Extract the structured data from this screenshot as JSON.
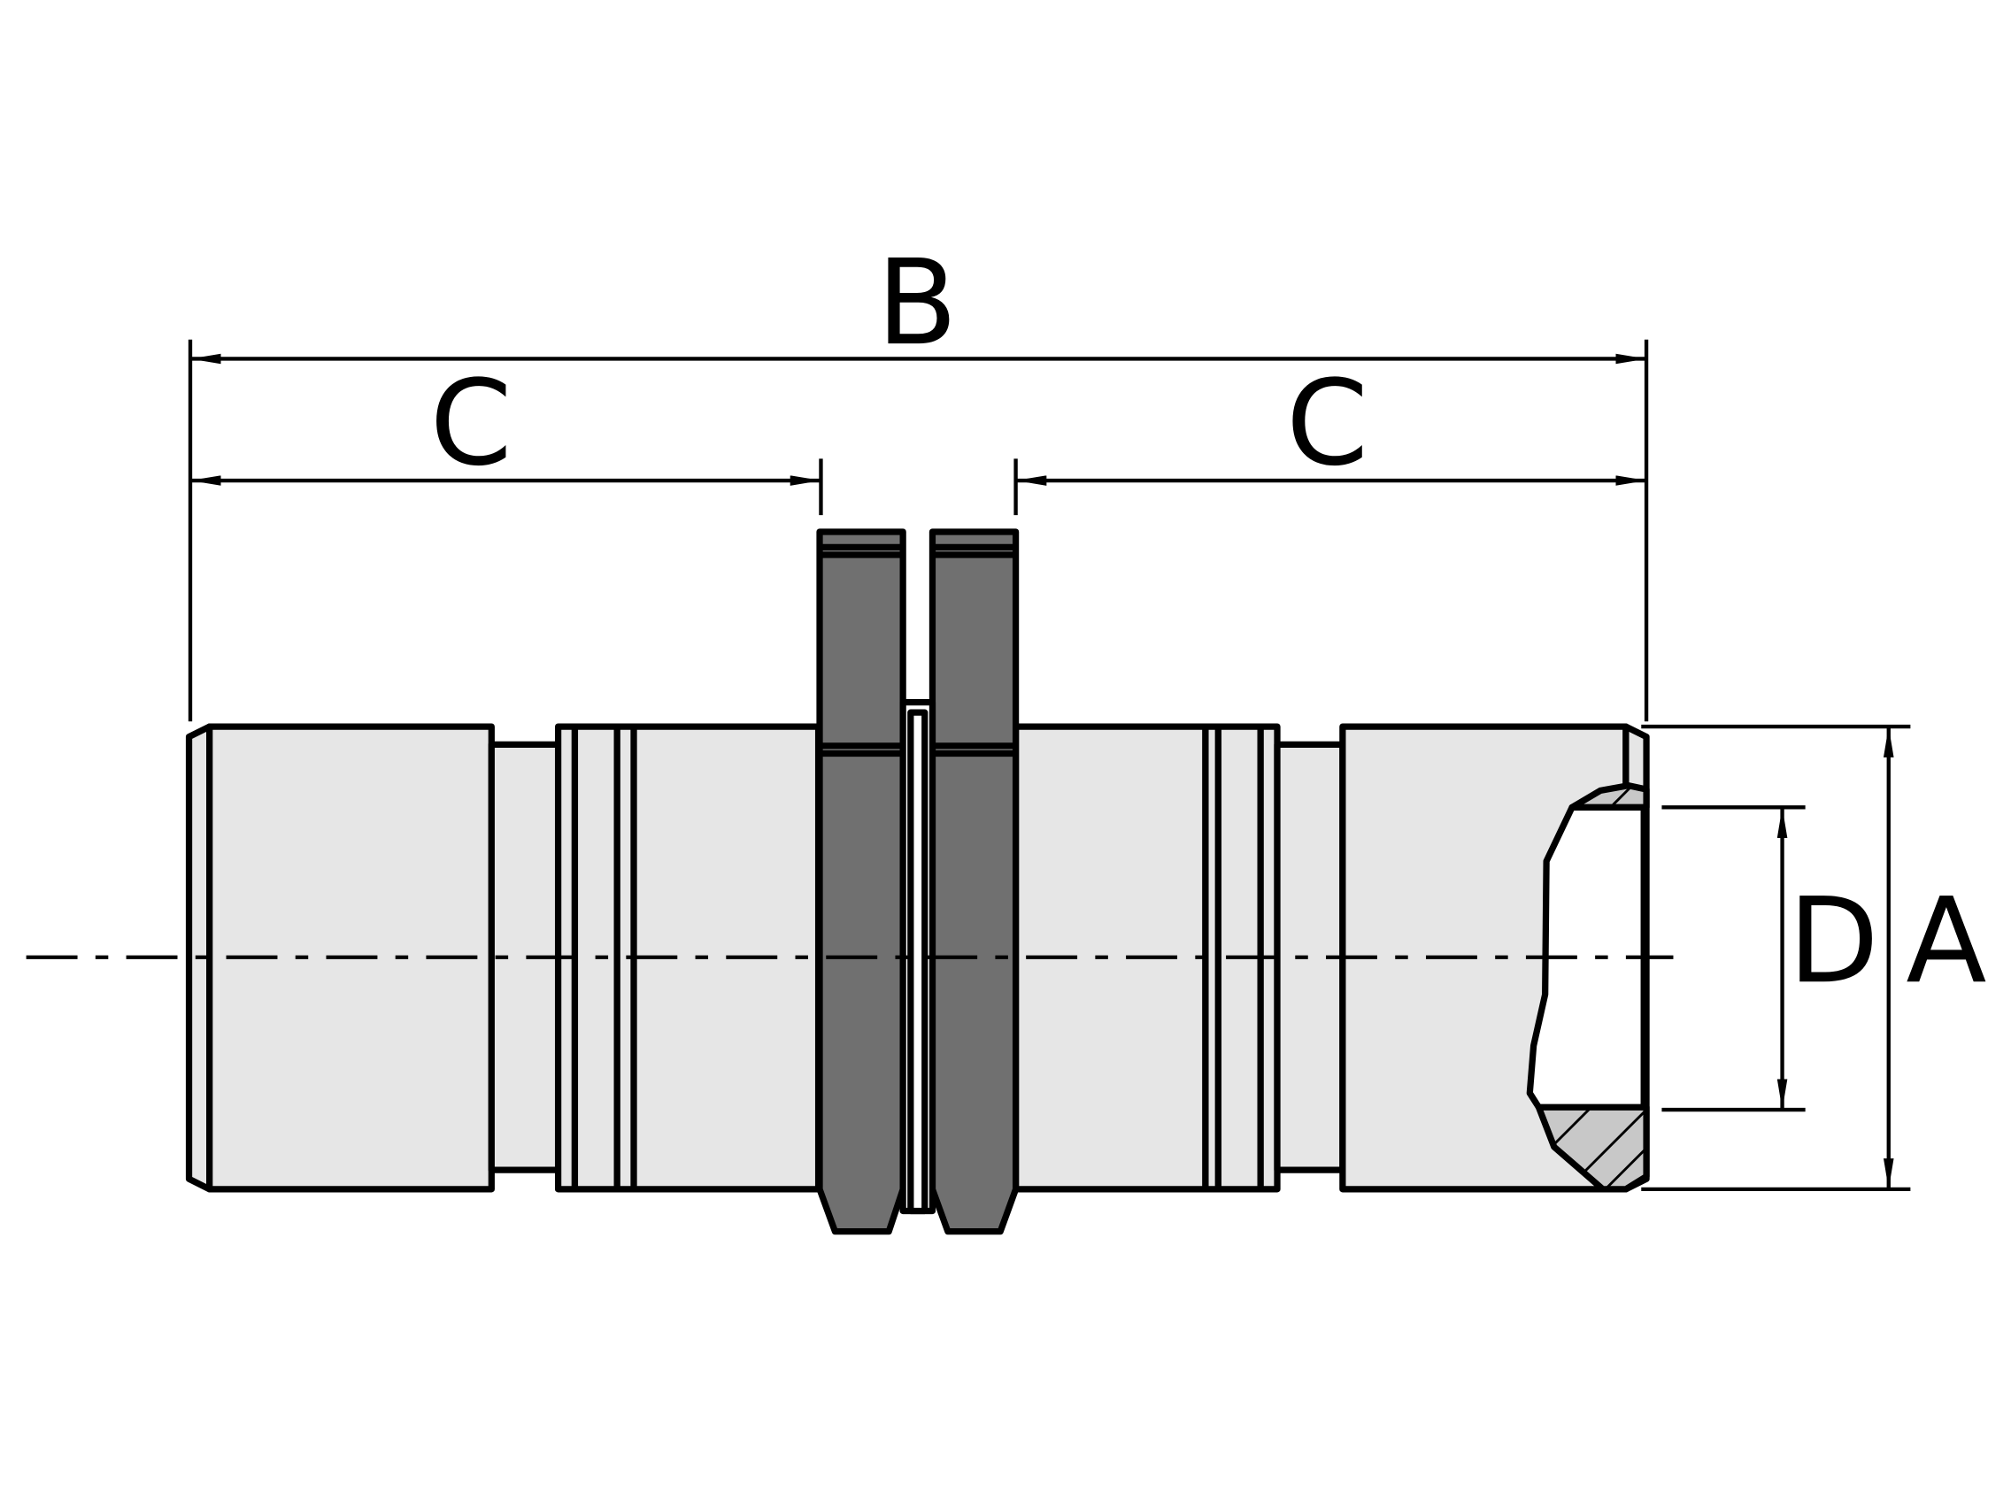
{
  "drawing": {
    "labels": {
      "overall_length": "B",
      "left_length": "C",
      "right_length": "C",
      "inner_diameter": "D",
      "outer_diameter": "A"
    },
    "colors": {
      "body": "#e6e6e6",
      "nut": "#707070",
      "section": "#c8c8c8",
      "line": "#000000"
    }
  }
}
